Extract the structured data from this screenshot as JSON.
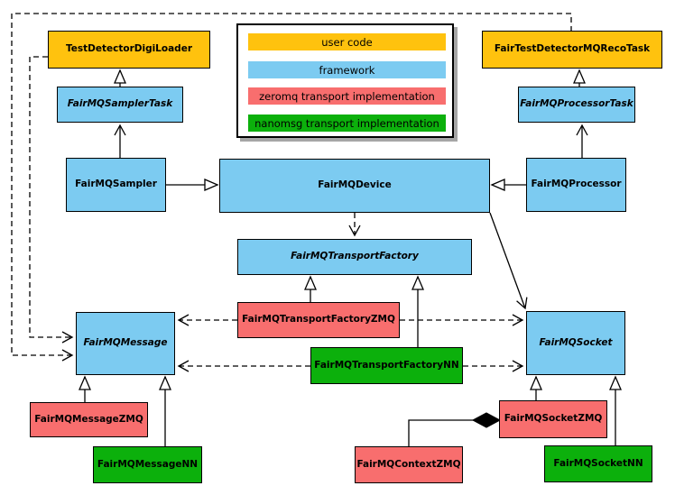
{
  "palette": {
    "user": "#FFC20E",
    "framework": "#7CCBF1",
    "zeromq": "#F86E6E",
    "nanomsg": "#0CB00C"
  },
  "legend": {
    "items": [
      {
        "label": "user code",
        "category": "user"
      },
      {
        "label": "framework",
        "category": "framework"
      },
      {
        "label": "zeromq transport implementation",
        "category": "zeromq"
      },
      {
        "label": "nanomsg transport implementation",
        "category": "nanomsg"
      }
    ]
  },
  "nodes": {
    "digiLoader": {
      "label": "TestDetectorDigiLoader",
      "category": "user",
      "abstract": false
    },
    "recoTask": {
      "label": "FairTestDetectorMQRecoTask",
      "category": "user",
      "abstract": false
    },
    "samplerTask": {
      "label": "FairMQSamplerTask",
      "category": "framework",
      "abstract": true
    },
    "processorTask": {
      "label": "FairMQProcessorTask",
      "category": "framework",
      "abstract": true
    },
    "sampler": {
      "label": "FairMQSampler",
      "category": "framework",
      "abstract": false
    },
    "device": {
      "label": "FairMQDevice",
      "category": "framework",
      "abstract": false
    },
    "processor": {
      "label": "FairMQProcessor",
      "category": "framework",
      "abstract": false
    },
    "transportFactory": {
      "label": "FairMQTransportFactory",
      "category": "framework",
      "abstract": true
    },
    "transportFactoryZMQ": {
      "label": "FairMQTransportFactoryZMQ",
      "category": "zeromq",
      "abstract": false
    },
    "transportFactoryNN": {
      "label": "FairMQTransportFactoryNN",
      "category": "nanomsg",
      "abstract": false
    },
    "message": {
      "label": "FairMQMessage",
      "category": "framework",
      "abstract": true
    },
    "messageZMQ": {
      "label": "FairMQMessageZMQ",
      "category": "zeromq",
      "abstract": false
    },
    "messageNN": {
      "label": "FairMQMessageNN",
      "category": "nanomsg",
      "abstract": false
    },
    "socket": {
      "label": "FairMQSocket",
      "category": "framework",
      "abstract": true
    },
    "socketZMQ": {
      "label": "FairMQSocketZMQ",
      "category": "zeromq",
      "abstract": false
    },
    "socketNN": {
      "label": "FairMQSocketNN",
      "category": "nanomsg",
      "abstract": false
    },
    "contextZMQ": {
      "label": "FairMQContextZMQ",
      "category": "zeromq",
      "abstract": false
    }
  },
  "edges": [
    {
      "from": "FairMQSamplerTask",
      "to": "TestDetectorDigiLoader",
      "type": "generalization"
    },
    {
      "from": "FairMQSampler",
      "to": "FairMQSamplerTask",
      "type": "association"
    },
    {
      "from": "FairMQSampler",
      "to": "FairMQDevice",
      "type": "generalization"
    },
    {
      "from": "FairMQProcessor",
      "to": "FairMQDevice",
      "type": "generalization"
    },
    {
      "from": "FairMQProcessorTask",
      "to": "FairTestDetectorMQRecoTask",
      "type": "generalization"
    },
    {
      "from": "FairMQProcessor",
      "to": "FairMQProcessorTask",
      "type": "association"
    },
    {
      "from": "FairMQDevice",
      "to": "FairMQTransportFactory",
      "type": "dependency"
    },
    {
      "from": "FairMQDevice",
      "to": "FairMQSocket",
      "type": "association"
    },
    {
      "from": "FairMQTransportFactoryZMQ",
      "to": "FairMQTransportFactory",
      "type": "generalization"
    },
    {
      "from": "FairMQTransportFactoryNN",
      "to": "FairMQTransportFactory",
      "type": "generalization"
    },
    {
      "from": "FairMQTransportFactoryZMQ",
      "to": "FairMQMessage",
      "type": "dependency"
    },
    {
      "from": "FairMQTransportFactoryZMQ",
      "to": "FairMQSocket",
      "type": "dependency"
    },
    {
      "from": "FairMQTransportFactoryNN",
      "to": "FairMQMessage",
      "type": "dependency"
    },
    {
      "from": "FairMQTransportFactoryNN",
      "to": "FairMQSocket",
      "type": "dependency"
    },
    {
      "from": "TestDetectorDigiLoader",
      "to": "FairMQMessage",
      "type": "dependency"
    },
    {
      "from": "FairTestDetectorMQRecoTask",
      "to": "FairMQMessage",
      "type": "dependency"
    },
    {
      "from": "FairMQMessageZMQ",
      "to": "FairMQMessage",
      "type": "generalization"
    },
    {
      "from": "FairMQMessageNN",
      "to": "FairMQMessage",
      "type": "generalization"
    },
    {
      "from": "FairMQSocketZMQ",
      "to": "FairMQSocket",
      "type": "generalization"
    },
    {
      "from": "FairMQSocketNN",
      "to": "FairMQSocket",
      "type": "generalization"
    },
    {
      "from": "FairMQContextZMQ",
      "to": "FairMQSocketZMQ",
      "type": "composition"
    }
  ]
}
